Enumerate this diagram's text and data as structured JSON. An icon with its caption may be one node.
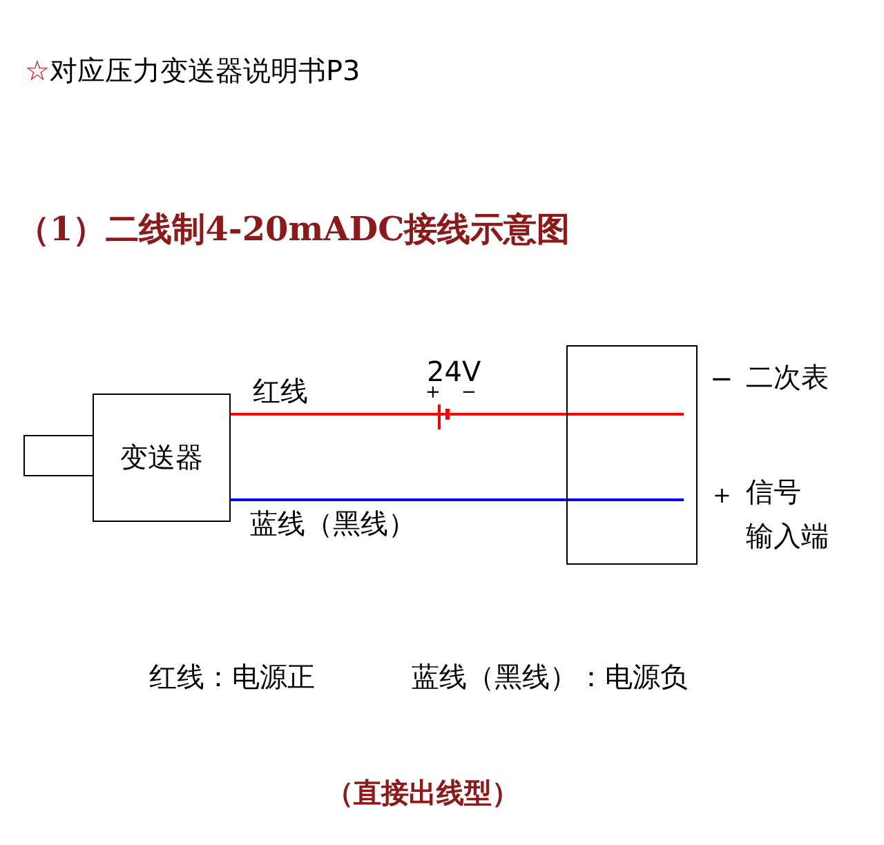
{
  "diagram": {
    "title": "☆对应压力变送器说明书P3",
    "nodes": [
      {
        "text": [
          "变送器"
        ]
      },
      {
        "text": [],
        "shape": "box"
      },
      {
        "text": [],
        "shape": "box",
        "beside": [
          "二次表",
          "信号",
          "输入端"
        ]
      }
    ],
    "edges": [
      {
        "from": 0,
        "to": 2,
        "arrow": "none",
        "label": "红线",
        "color": "#ff0000"
      },
      {
        "from": 0,
        "to": 2,
        "arrow": "none",
        "label": "蓝线（黑线）",
        "color": "#0000ff"
      }
    ],
    "labels": [
      "（1）二线制4-20mADC接线示意图",
      "24V",
      "+",
      "−",
      "−",
      "+",
      "红线：电源正",
      "蓝线（黑线）：电源负",
      "（直接出线型）"
    ]
  }
}
